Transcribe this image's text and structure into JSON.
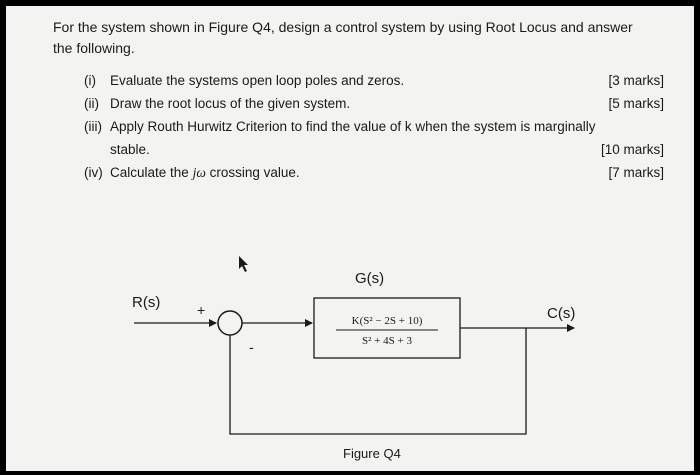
{
  "intro": "For the system shown in Figure Q4, design a control system by using Root Locus and answer the following.",
  "questions": [
    {
      "num": "(i)",
      "text": "Evaluate the systems open loop poles and zeros.",
      "marks": "[3 marks]"
    },
    {
      "num": "(ii)",
      "text": "Draw the root locus of the given system.",
      "marks": "[5 marks]"
    },
    {
      "num": "(iii)",
      "text": "Apply Routh Hurwitz Criterion to find the value of k when the system is marginally",
      "marks": ""
    },
    {
      "num": "",
      "text": "stable.",
      "marks": "[10 marks]"
    },
    {
      "num": "(iv)",
      "text_before": "Calculate the ",
      "symbol": "jω",
      "text_after": " crossing value.",
      "marks": "[7 marks]"
    }
  ],
  "diagram": {
    "block_label": "G(s)",
    "input_label": "R(s)",
    "output_label": "C(s)",
    "plus_sign": "+",
    "minus_sign": "-",
    "numerator": "K(S² − 2S + 10)",
    "denominator": "S² + 4S + 3",
    "caption": "Figure Q4"
  },
  "colors": {
    "border": "#000000",
    "paper": "#f3f3f1",
    "ink": "#1a1a1a"
  }
}
